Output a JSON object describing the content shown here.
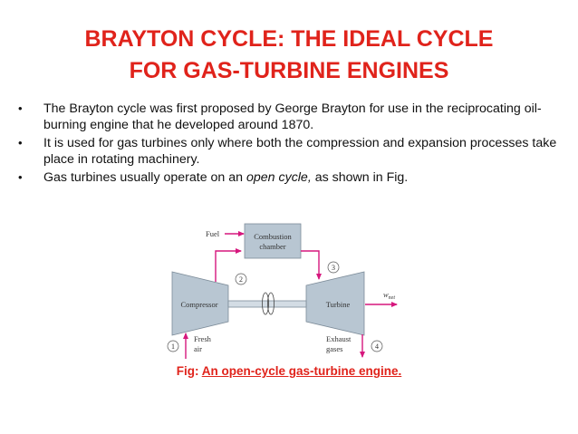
{
  "slide": {
    "title_line1": "BRAYTON CYCLE: THE IDEAL CYCLE",
    "title_line2": "FOR GAS-TURBINE ENGINES",
    "bullets": [
      {
        "text": "The Brayton cycle was first proposed by George Brayton for use in the reciprocating oil-burning engine that he developed around 1870."
      },
      {
        "text": "It is used for gas turbines only where both the compression and expansion processes take place in rotating machinery."
      },
      {
        "text_before": "Gas turbines usually operate on an ",
        "text_em": "open cycle,",
        "text_after": " as shown in Fig."
      }
    ],
    "caption_prefix": "Fig: ",
    "caption_link": "An open-cycle gas-turbine engine."
  },
  "diagram": {
    "fuel": "Fuel",
    "combustion_line1": "Combustion",
    "combustion_line2": "chamber",
    "compressor": "Compressor",
    "turbine": "Turbine",
    "wnet_w": "w",
    "wnet_sub": "net",
    "fresh_air_line1": "Fresh",
    "fresh_air_line2": "air",
    "exhaust_line1": "Exhaust",
    "exhaust_line2": "gases",
    "state1": "1",
    "state2": "2",
    "state3": "3",
    "state4": "4",
    "colors": {
      "flow": "#d6177d",
      "component": "#b8c6d2",
      "title": "#e0231b"
    }
  }
}
